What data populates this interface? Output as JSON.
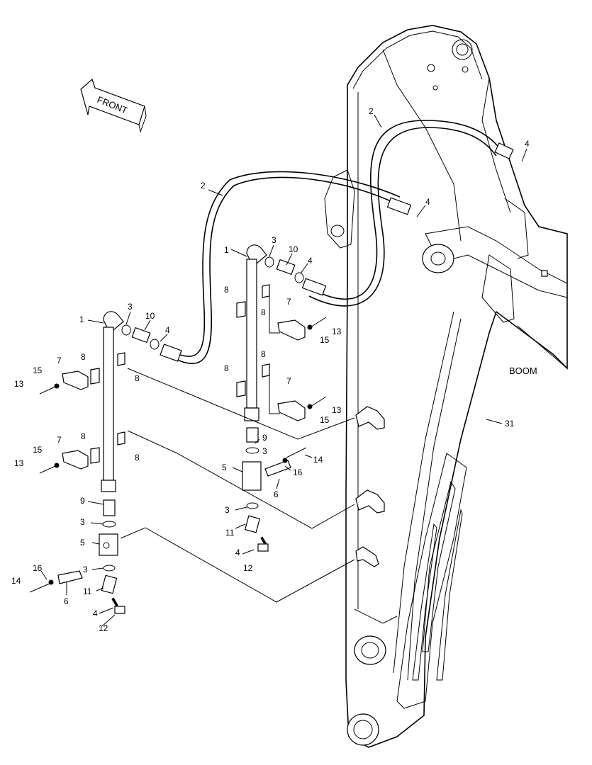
{
  "labels": {
    "front": "FRONT",
    "boom": "BOOM",
    "n1": "1",
    "n2": "2",
    "n3": "3",
    "n4": "4",
    "n5": "5",
    "n6": "6",
    "n7": "7",
    "n8": "8",
    "n9": "9",
    "n10": "10",
    "n11": "11",
    "n12": "12",
    "n13": "13",
    "n14": "14",
    "n15": "15",
    "n16": "16",
    "n31": "31"
  }
}
